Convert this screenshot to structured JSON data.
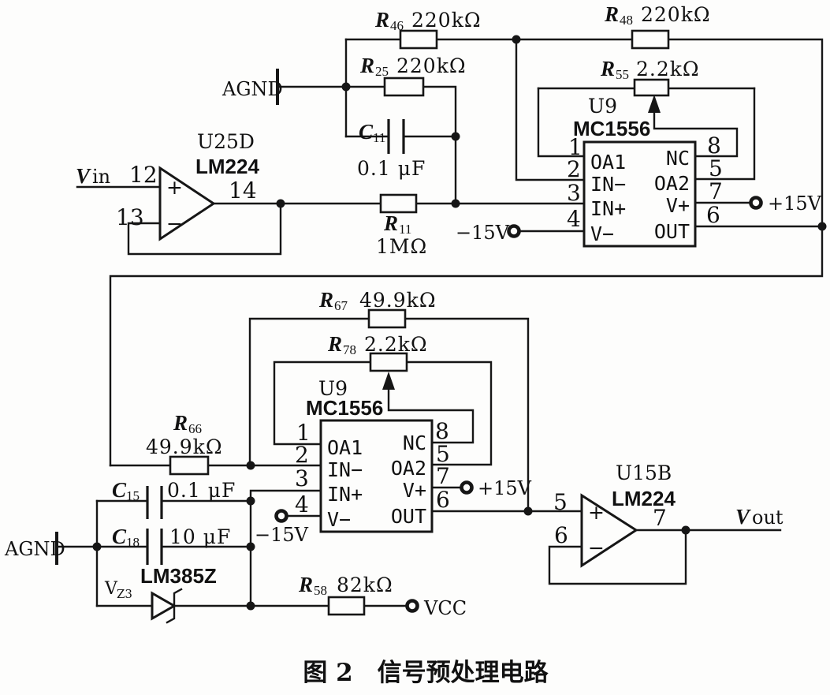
{
  "caption": "图 2　信号预处理电路",
  "colors": {
    "ink": "#161616",
    "paper": "#fdfdfc"
  },
  "ports": {
    "vin": {
      "sym": "V",
      "suffix": "in"
    },
    "vout": {
      "sym": "V",
      "suffix": "out"
    },
    "agnd_top": "AGND",
    "agnd_bottom": "AGND",
    "plus15_a": "+15V",
    "minus15_a": "−15V",
    "plus15_b": "+15V",
    "minus15_b": "−15V",
    "vcc": "VCC"
  },
  "opamps": {
    "u25d": {
      "name": "U25D",
      "part": "LM224",
      "pin_plus": "12",
      "pin_minus": "13",
      "pin_out": "14",
      "plus": "+",
      "minus": "−"
    },
    "u15b": {
      "name": "U15B",
      "part": "LM224",
      "pin_plus": "5",
      "pin_minus": "6",
      "pin_out": "7",
      "plus": "+",
      "minus": "−"
    }
  },
  "chips": {
    "u9a": {
      "name": "U9",
      "part": "MC1556",
      "pins_left": [
        "1",
        "2",
        "3",
        "4"
      ],
      "pins_right": [
        "8",
        "5",
        "7",
        "6"
      ],
      "labels_left": [
        "OA1",
        "IN−",
        "IN+",
        "V−"
      ],
      "labels_right": [
        "NC",
        "OA2",
        "V+",
        "OUT"
      ]
    },
    "u9b": {
      "name": "U9",
      "part": "MC1556",
      "pins_left": [
        "1",
        "2",
        "3",
        "4"
      ],
      "pins_right": [
        "8",
        "5",
        "7",
        "6"
      ],
      "labels_left": [
        "OA1",
        "IN−",
        "IN+",
        "V−"
      ],
      "labels_right": [
        "NC",
        "OA2",
        "V+",
        "OUT"
      ]
    }
  },
  "resistors": {
    "r46": {
      "ref": "R",
      "sub": "46",
      "value": "220kΩ"
    },
    "r48": {
      "ref": "R",
      "sub": "48",
      "value": "220kΩ"
    },
    "r25": {
      "ref": "R",
      "sub": "25",
      "value": "220kΩ"
    },
    "r55": {
      "ref": "R",
      "sub": "55",
      "value": "2.2kΩ"
    },
    "r11": {
      "ref": "R",
      "sub": "11",
      "value": "1MΩ"
    },
    "r67": {
      "ref": "R",
      "sub": "67",
      "value": "49.9kΩ"
    },
    "r78": {
      "ref": "R",
      "sub": "78",
      "value": "2.2kΩ"
    },
    "r66": {
      "ref": "R",
      "sub": "66",
      "value": "49.9kΩ"
    },
    "r58": {
      "ref": "R",
      "sub": "58",
      "value": "82kΩ"
    }
  },
  "capacitors": {
    "c11": {
      "ref": "C",
      "sub": "11",
      "value": "0.1 μF"
    },
    "c15": {
      "ref": "C",
      "sub": "15",
      "value": "0.1 μF"
    },
    "c18": {
      "ref": "C",
      "sub": "18",
      "value": "10 μF"
    }
  },
  "zener": {
    "ref": "V",
    "sub": "Z3",
    "part": "LM385Z"
  }
}
